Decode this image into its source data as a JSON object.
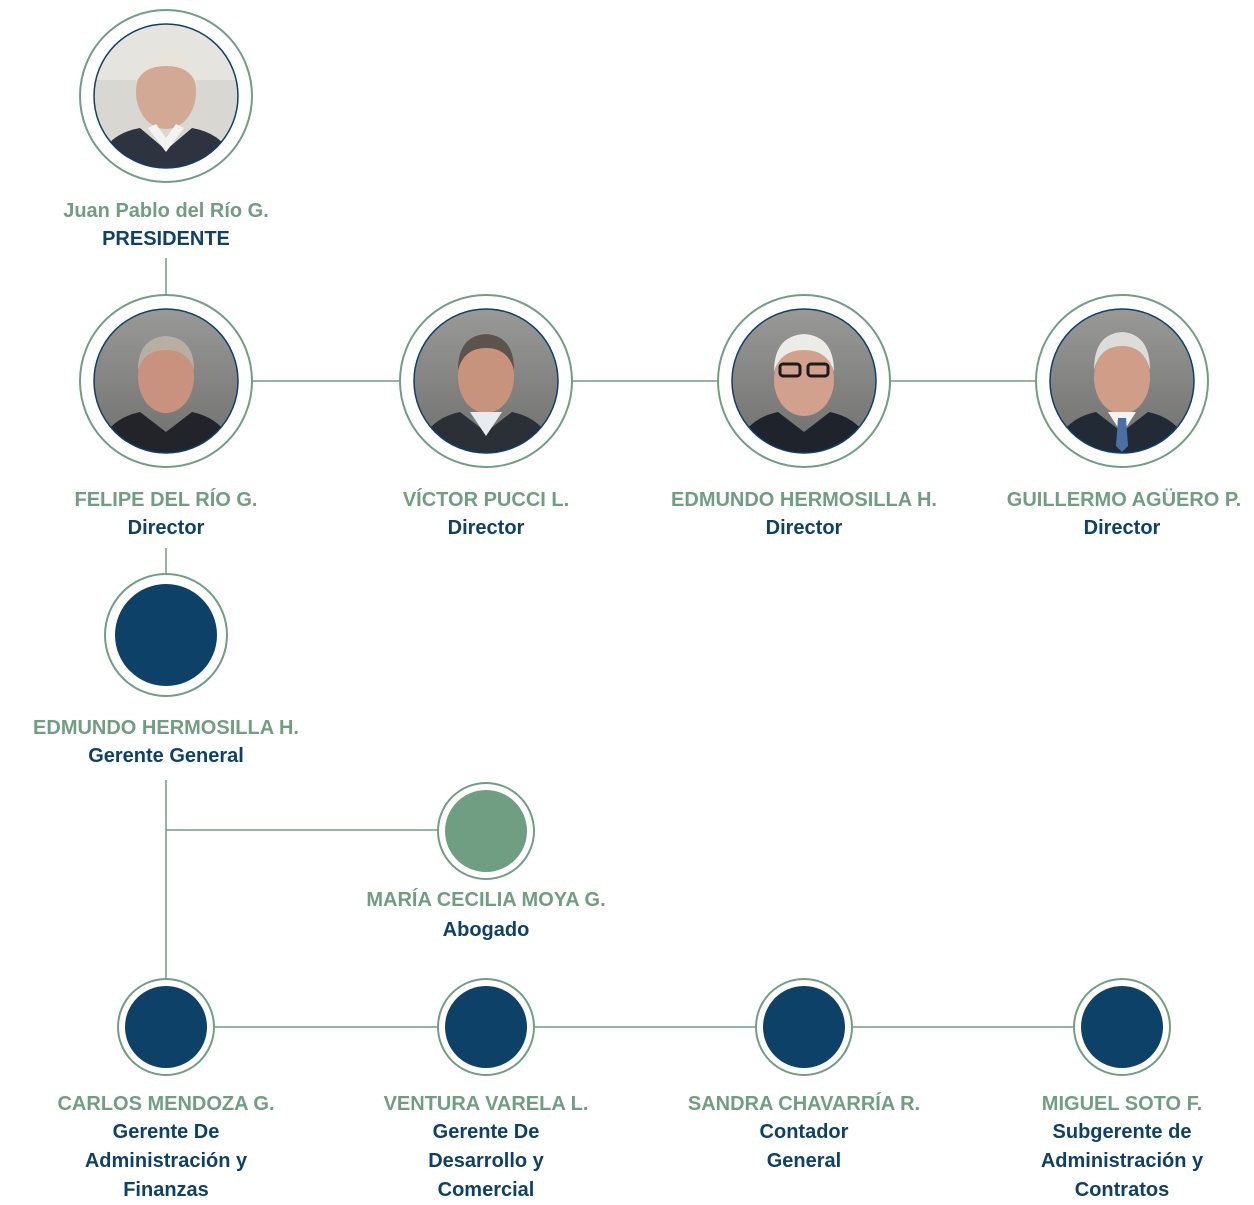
{
  "palette": {
    "line": "#6f9e83",
    "ring": "#6f9e83",
    "navy": "#0d4168",
    "sage": "#6f9e83",
    "name_text": "#6f9e83",
    "role_text": "#0d4168"
  },
  "board": {
    "president": {
      "name": "Juan Pablo del Río G.",
      "role": "PRESIDENTE",
      "avatar": "photo-portrait"
    },
    "directors": [
      {
        "name": "FELIPE DEL RÍO G.",
        "role": "Director",
        "avatar": "photo-portrait"
      },
      {
        "name": "VÍCTOR PUCCI L.",
        "role": "Director",
        "avatar": "photo-portrait"
      },
      {
        "name": "EDMUNDO HERMOSILLA H.",
        "role": "Director",
        "avatar": "photo-portrait"
      },
      {
        "name": "GUILLERMO AGÜERO P.",
        "role": "Director",
        "avatar": "photo-portrait"
      }
    ]
  },
  "management": {
    "general_manager": {
      "name": "EDMUNDO HERMOSILLA H.",
      "role": "Gerente General",
      "avatar": "navy-circle"
    },
    "legal": {
      "name": "MARÍA CECILIA MOYA G.",
      "role": "Abogado",
      "avatar": "sage-circle"
    },
    "staff": [
      {
        "name": "CARLOS MENDOZA G.",
        "role": "Gerente De\nAdministración y\nFinanzas",
        "avatar": "navy-circle"
      },
      {
        "name": "VENTURA VARELA L.",
        "role": "Gerente De\nDesarrollo y\nComercial",
        "avatar": "navy-circle"
      },
      {
        "name": "SANDRA CHAVARRÍA R.",
        "role": "Contador\nGeneral",
        "avatar": "navy-circle"
      },
      {
        "name": "MIGUEL SOTO F.",
        "role": "Subgerente de\nAdministración y\nContratos",
        "avatar": "navy-circle"
      }
    ]
  }
}
